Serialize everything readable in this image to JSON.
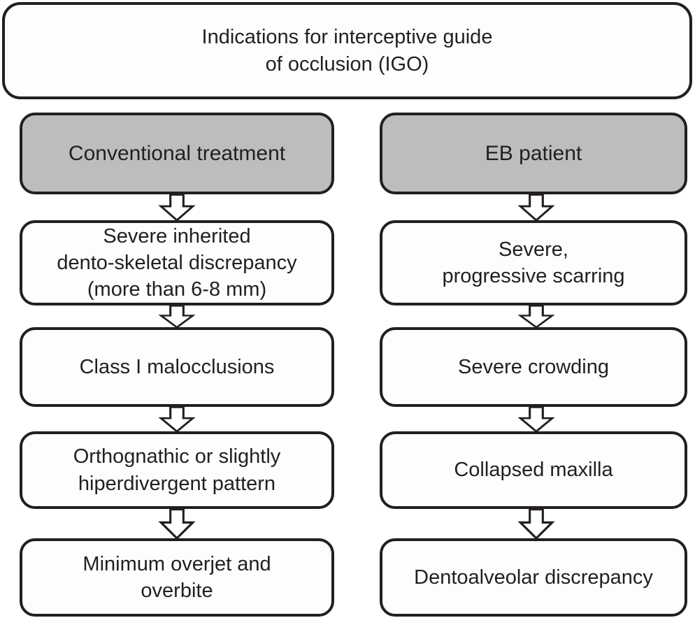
{
  "flowchart": {
    "title": "Indications for interceptive guide\nof occlusion (IGO)",
    "columns": [
      {
        "header": "Conventional treatment",
        "steps": [
          "Severe inherited\ndento-skeletal discrepancy\n(more than 6-8 mm)",
          "Class I malocclusions",
          "Orthognathic or slightly\nhiperdivergent pattern",
          "Minimum overjet and\noverbite"
        ]
      },
      {
        "header": "EB patient",
        "steps": [
          "Severe,\nprogressive scarring",
          "Severe crowding",
          "Collapsed maxilla",
          "Dentoalveolar discrepancy"
        ]
      }
    ],
    "colors": {
      "header_fill": "#bbbdbf",
      "step_fill": "#fdfdfd",
      "border": "#231f20",
      "arrow_fill": "#ffffff"
    }
  }
}
